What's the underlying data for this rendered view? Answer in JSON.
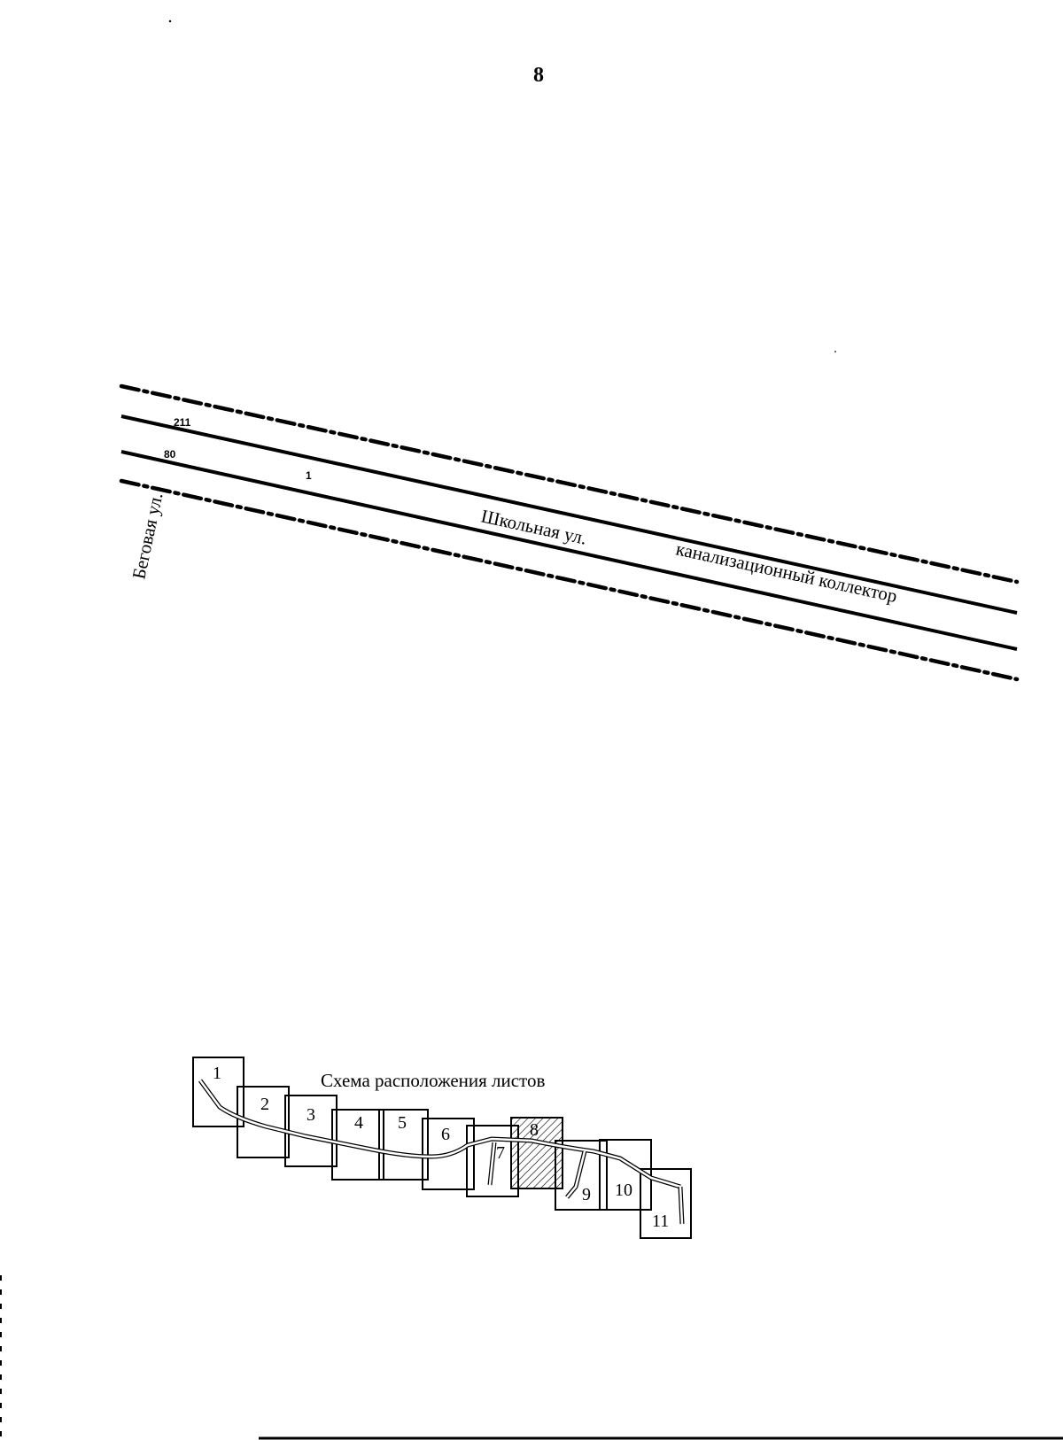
{
  "page": {
    "number": "8"
  },
  "map": {
    "labels": {
      "begovaya": "Беговая ул.",
      "shkolnaya": "Школьная ул.",
      "collector": "канализационный коллектор",
      "mark_211": "211",
      "mark_80": "80",
      "mark_1": "1"
    }
  },
  "sheet_scheme": {
    "title": "Схема расположения листов",
    "current_sheet": "8",
    "sheets": [
      "1",
      "2",
      "3",
      "4",
      "5",
      "6",
      "7",
      "8",
      "9",
      "10",
      "11"
    ]
  }
}
